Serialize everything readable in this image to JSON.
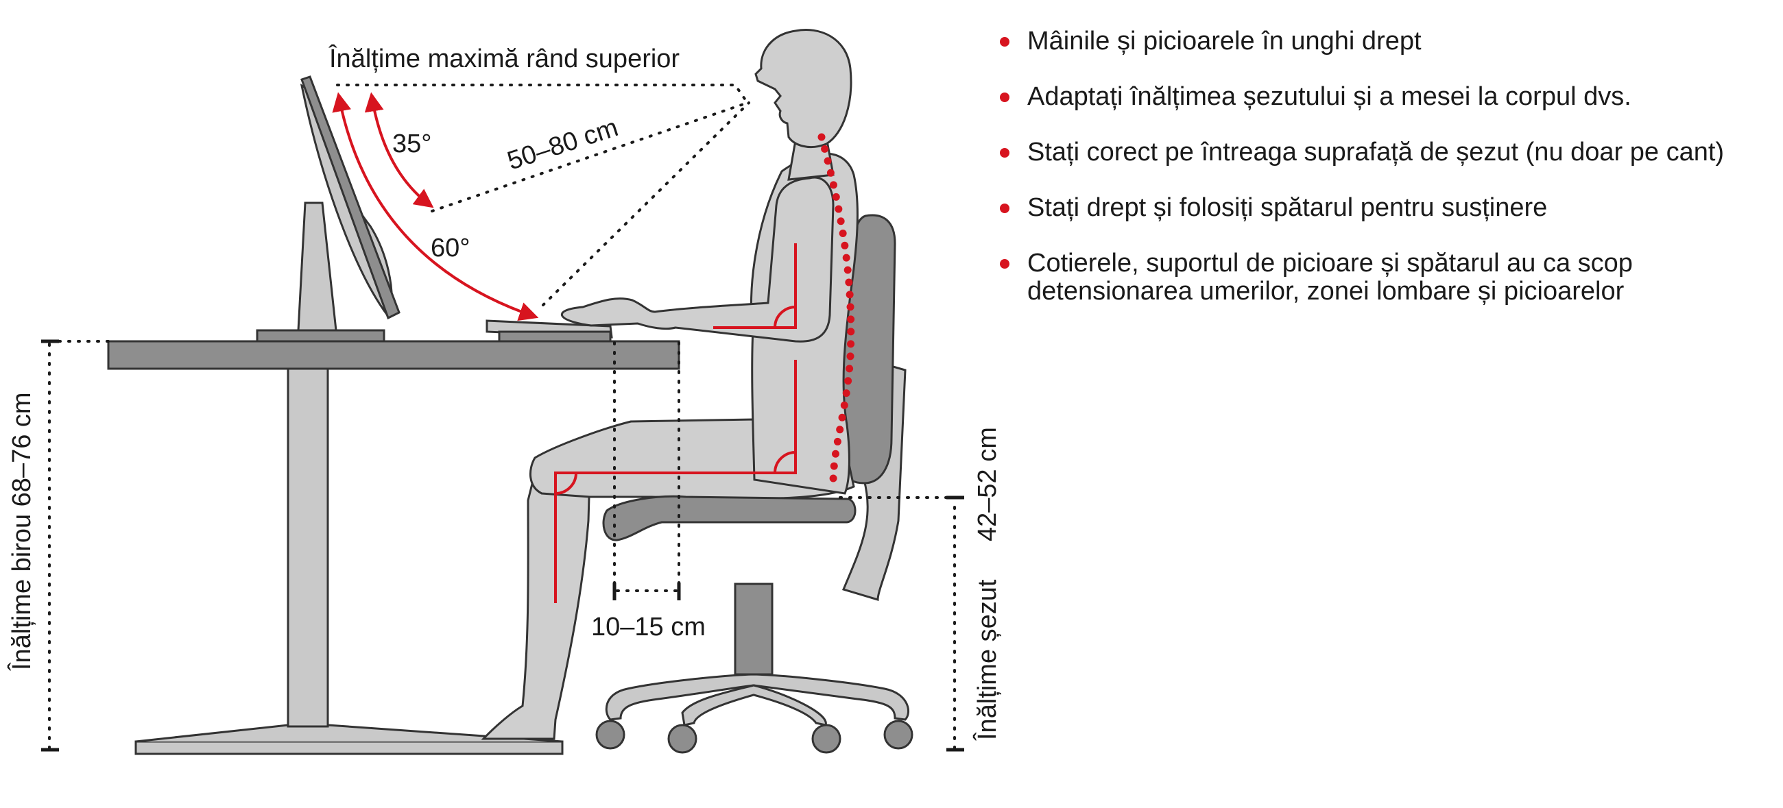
{
  "labels": {
    "max_height": "Înălțime maximă rând superior",
    "angle_35": "35°",
    "distance": "50–80 cm",
    "angle_60": "60°",
    "desk_height": "Înălțime birou 68–76 cm",
    "keyboard_gap": "10–15 cm",
    "seat_height_label": "Înălțime șezut",
    "seat_height_value": "42–52 cm"
  },
  "tips": [
    "Mâinile și picioarele în unghi drept",
    "Adaptați înălțimea șezutului și a mesei la corpul dvs.",
    "Stați corect pe întreaga suprafață de șezut (nu doar pe cant)",
    "Stați drept și folosiți spătarul pentru susținere",
    "Cotierele, suportul de picioare și spătarul au ca scop detensionarea umerilor, zonei lombare și picioarelor"
  ],
  "colors": {
    "accent": "#d7141f",
    "body": "#cfcfcf",
    "furniture": "#8e8e8e",
    "furniture_light": "#c9c9c9",
    "outline": "#333333"
  },
  "icons": {
    "bullet": "red-dot-icon"
  }
}
